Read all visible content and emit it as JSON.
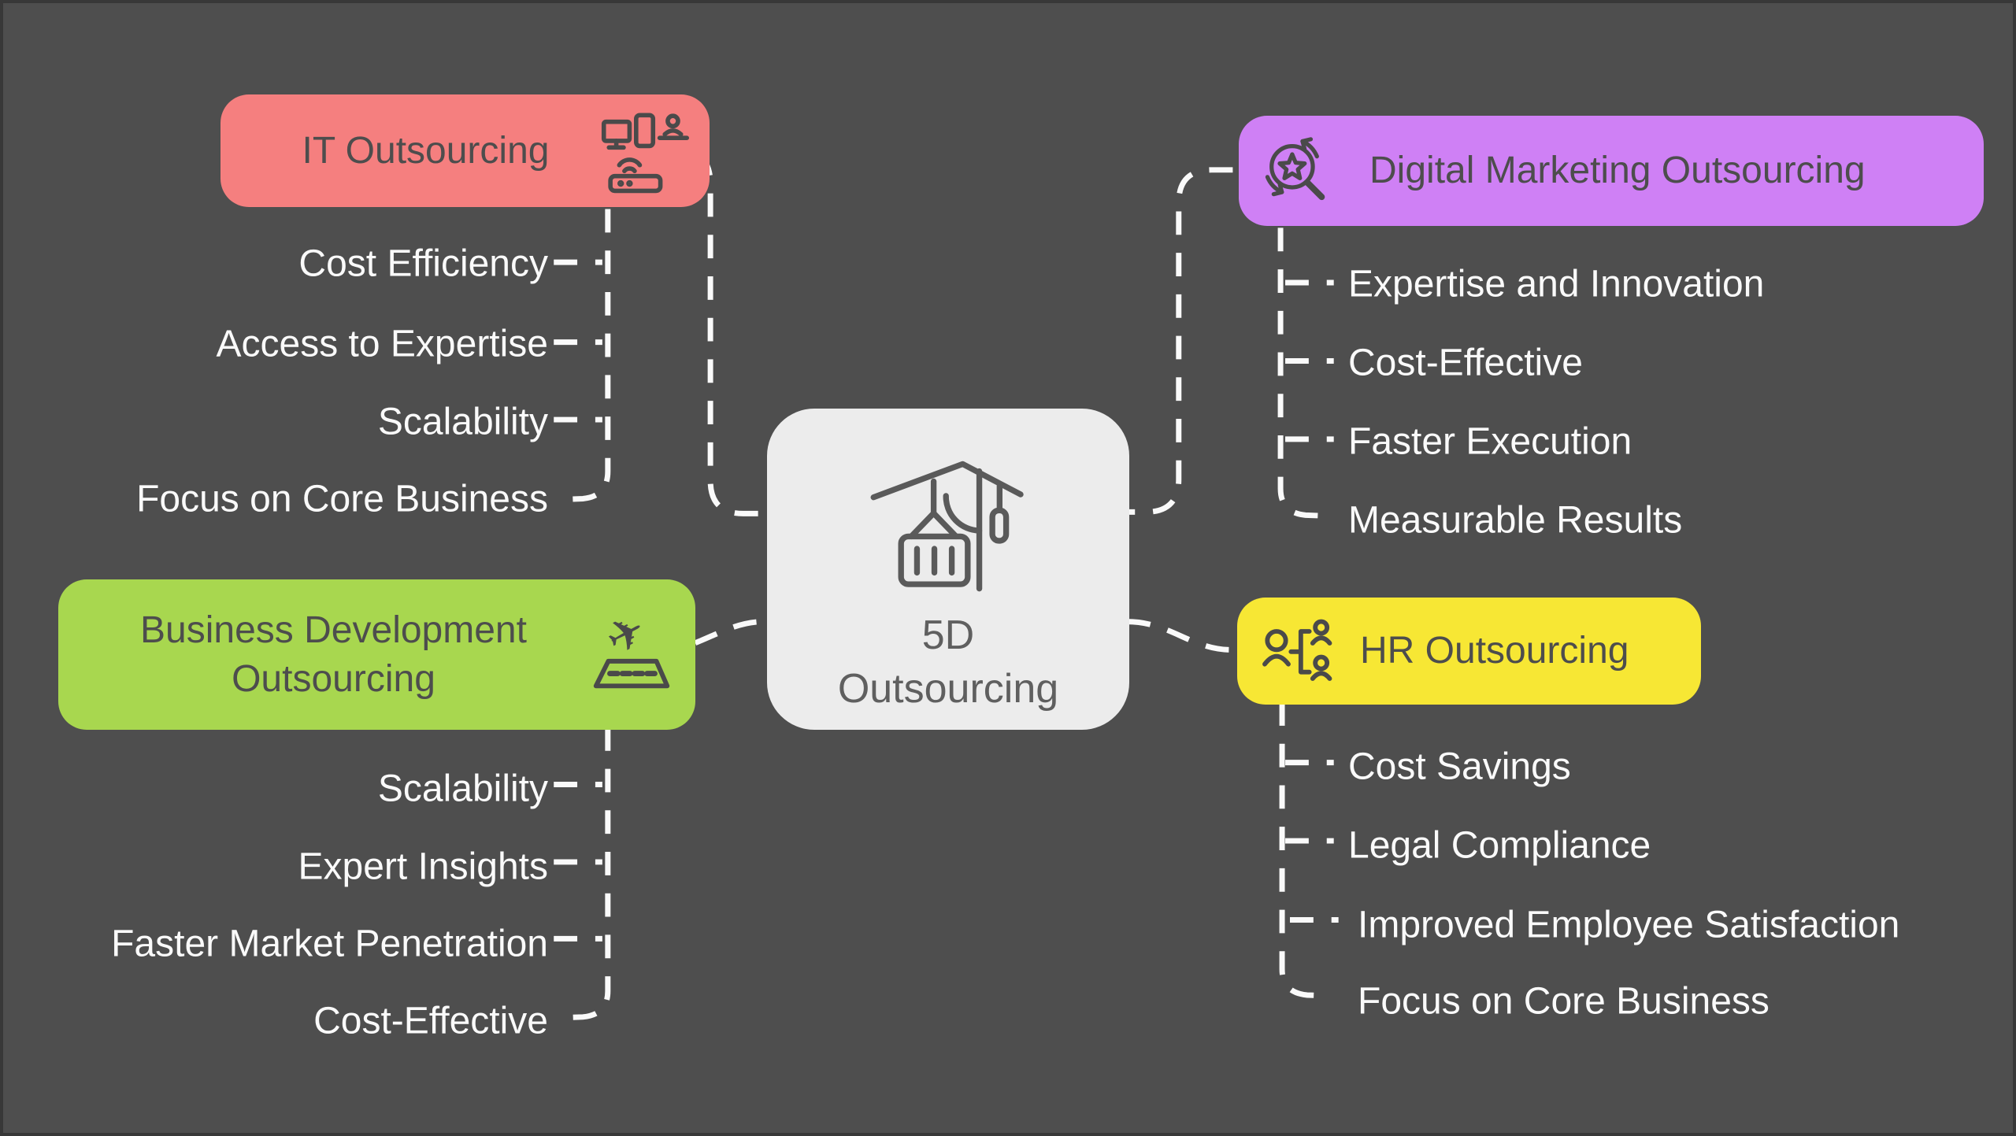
{
  "background": {
    "color": "#4E4E4E",
    "frame_border_color": "#383838"
  },
  "connector_color": "#FAFAFA",
  "item_text_color": "#FAFAFA",
  "node_text_color": "#4D4D4D",
  "center": {
    "title_line1": "5D",
    "title_line2": "Outsourcing",
    "icon": "construction-crane-icon",
    "color": "#ECECEC",
    "text_color": "#5F5F5F"
  },
  "branches": [
    {
      "id": "it",
      "label": "IT Outsourcing",
      "color": "#F57F7F",
      "icon": "devices-router-icon",
      "items": [
        "Cost Efficiency",
        "Access to Expertise",
        "Scalability",
        "Focus on Core Business"
      ]
    },
    {
      "id": "digital_marketing",
      "label": "Digital Marketing Outsourcing",
      "color": "#CF80F5",
      "icon": "magnifier-star-refresh-icon",
      "items": [
        "Expertise and Innovation",
        "Cost-Effective",
        "Faster Execution",
        "Measurable Results"
      ]
    },
    {
      "id": "business_development",
      "label": "Business Development Outsourcing",
      "label_line1": "Business Development",
      "label_line2": "Outsourcing",
      "color": "#A8D74F",
      "icon": "plane-takeoff-icon",
      "items": [
        "Scalability",
        "Expert Insights",
        "Faster Market Penetration",
        "Cost-Effective"
      ]
    },
    {
      "id": "hr",
      "label": "HR Outsourcing",
      "color": "#F7E734",
      "icon": "org-chart-people-icon",
      "items": [
        "Cost Savings",
        "Legal Compliance",
        "Improved Employee Satisfaction",
        "Focus on Core Business"
      ]
    }
  ]
}
